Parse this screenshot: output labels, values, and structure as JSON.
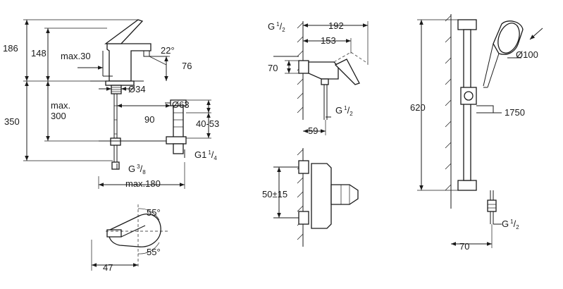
{
  "diagram": {
    "basin_mixer": {
      "height_186": "186",
      "height_148": "148",
      "reach_max": "max.30",
      "spout_angle": "22°",
      "spout_76": "76",
      "hole_34": "Ø34",
      "pipe_max": "max.",
      "pipe_300": "300",
      "height_350": "350",
      "waste_63": "Ø63",
      "waste_90": "90",
      "waste_range": "40-53",
      "thread_g": "G",
      "thread_3": "3",
      "thread_8": "8",
      "thread_g1": "G1",
      "thread_1": "1",
      "thread_4": "4",
      "max_180": "max.180"
    },
    "top_view": {
      "angle_top": "55°",
      "angle_bottom": "55°",
      "width_47": "47"
    },
    "shower_mixer": {
      "thread_g": "G",
      "thread_1": "1",
      "thread_2": "2",
      "width_192": "192",
      "width_153": "153",
      "height_70": "70",
      "out_g": "G",
      "out_1": "1",
      "out_2": "2",
      "width_59": "59",
      "spacing": "50±15"
    },
    "shower_rail": {
      "head_100": "Ø100",
      "rail_620": "620",
      "hose_1750": "1750",
      "thread_g": "G",
      "thread_1": "1",
      "thread_2": "2",
      "width_70": "70"
    }
  }
}
